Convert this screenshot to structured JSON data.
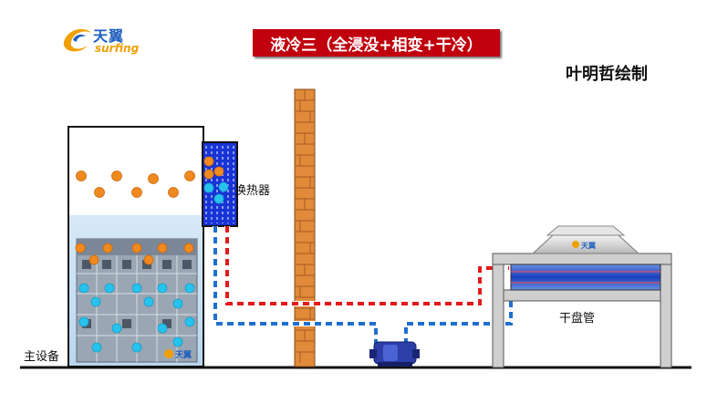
{
  "logo": {
    "cn": "天翼",
    "en": "surfing"
  },
  "title": "液冷三（全浸没+相变+干冷）",
  "author": "叶明哲绘制",
  "labels": {
    "heat_exchanger": "换热器",
    "dry_cooler": "干盘管",
    "main_equipment": "主设备"
  },
  "colors": {
    "title_banner": "#c0000d",
    "hot_pipe": "#e21a1a",
    "cold_pipe": "#1e6fd0",
    "vapor_bubble": "#f08a1e",
    "liquid_bubble": "#26c3ee",
    "wall": "#e08a3a"
  },
  "icons": {
    "pump": "pump-icon",
    "fan_unit": "fan-icon",
    "wall": "brick-wall"
  }
}
